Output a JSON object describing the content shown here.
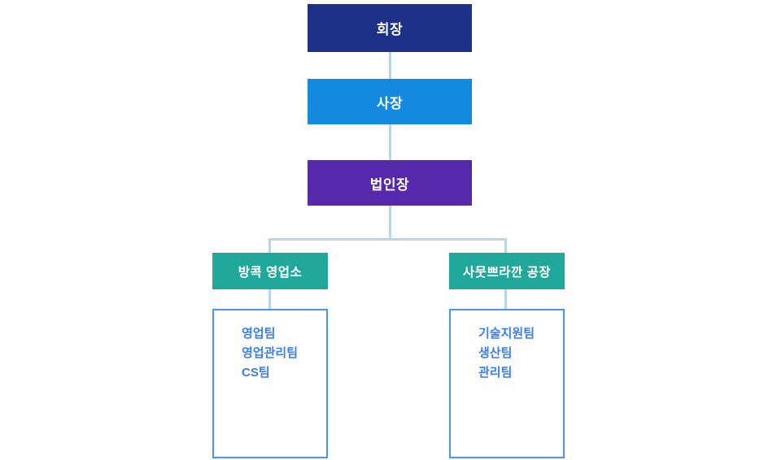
{
  "colors": {
    "chairman_bg": "#1e3189",
    "president_bg": "#1489e0",
    "corporate_head_bg": "#5629ac",
    "branch_bg": "#20a89a",
    "node_text": "#ffffff",
    "connector": "#b9d5e8",
    "list_border": "#4a97e8",
    "list_text": "#3b7ef0",
    "page_bg": "#ffffff"
  },
  "org_chart": {
    "chairman": {
      "label": "회장"
    },
    "president": {
      "label": "사장"
    },
    "corporate_head": {
      "label": "법인장"
    },
    "branches": [
      {
        "label": "방콕 영업소",
        "teams": [
          "영업팀",
          "영업관리팀",
          "CS팀"
        ]
      },
      {
        "label": "사뭇쁘라깐 공장",
        "teams": [
          "기술지원팀",
          "생산팀",
          "관리팀"
        ]
      }
    ]
  }
}
